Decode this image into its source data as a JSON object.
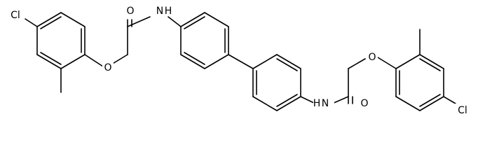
{
  "diagram": {
    "type": "chemical-structure",
    "colors": {
      "bond": "#000000",
      "label": "#000000",
      "background": "#ffffff"
    },
    "atom_labels": {
      "cl_left": "Cl",
      "o_carbonyl_left": "O",
      "n_left": "N",
      "h_left": "H",
      "o_ether_left": "O",
      "n_right": "N",
      "h_right": "H",
      "o_carbonyl_right": "O",
      "o_ether_right": "O",
      "cl_right": "Cl"
    }
  }
}
